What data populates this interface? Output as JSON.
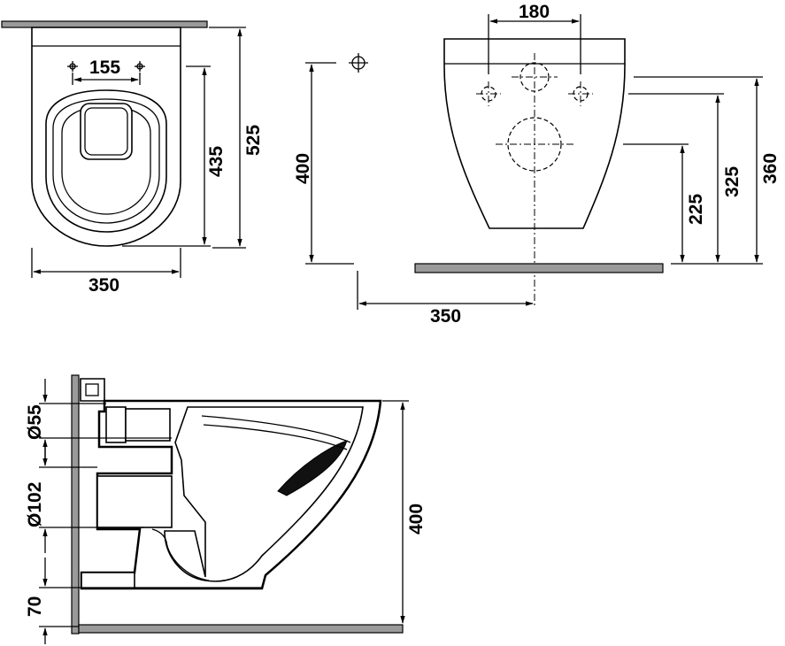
{
  "top_view": {
    "dim_width": "350",
    "dim_holes": "155",
    "dim_depth_inner": "435",
    "dim_depth_total": "525"
  },
  "front_view": {
    "dim_holes": "180",
    "dim_height_225": "225",
    "dim_height_325": "325",
    "dim_height_360": "360",
    "dim_mount_400": "400",
    "dim_offset_350": "350"
  },
  "section_view": {
    "dim_inlet": "Ø55",
    "dim_outlet": "Ø102",
    "dim_height_400": "400",
    "dim_floor_70": "70"
  }
}
